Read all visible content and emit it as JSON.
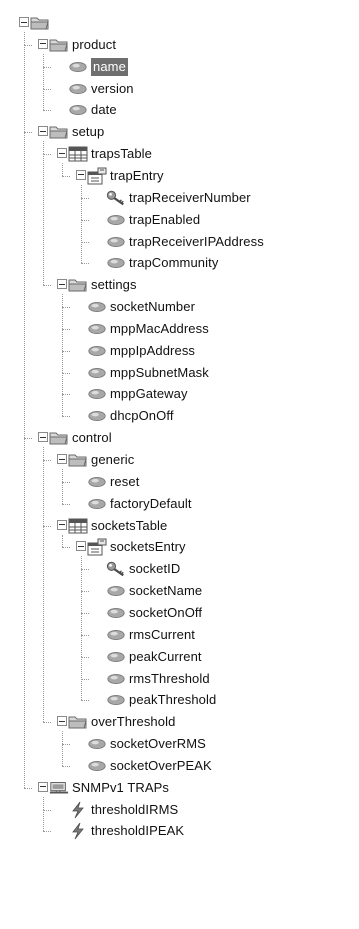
{
  "tree": {
    "nodes": [
      {
        "label": "",
        "icon": "folder-icon",
        "depth": 0,
        "expander": true
      },
      {
        "label": "product",
        "icon": "folder-icon",
        "depth": 1,
        "expander": true
      },
      {
        "label": "name",
        "icon": "leaf-object-icon",
        "depth": 2,
        "expander": false,
        "selected": true
      },
      {
        "label": "version",
        "icon": "leaf-object-icon",
        "depth": 2,
        "expander": false
      },
      {
        "label": "date",
        "icon": "leaf-object-icon",
        "depth": 2,
        "expander": false
      },
      {
        "label": "setup",
        "icon": "folder-icon",
        "depth": 1,
        "expander": true
      },
      {
        "label": "trapsTable",
        "icon": "table-icon",
        "depth": 2,
        "expander": true
      },
      {
        "label": "trapEntry",
        "icon": "entry-icon",
        "depth": 3,
        "expander": true
      },
      {
        "label": "trapReceiverNumber",
        "icon": "key-icon",
        "depth": 4,
        "expander": false
      },
      {
        "label": "trapEnabled",
        "icon": "leaf-object-icon",
        "depth": 4,
        "expander": false
      },
      {
        "label": "trapReceiverIPAddress",
        "icon": "leaf-object-icon",
        "depth": 4,
        "expander": false
      },
      {
        "label": "trapCommunity",
        "icon": "leaf-object-icon",
        "depth": 4,
        "expander": false
      },
      {
        "label": "settings",
        "icon": "folder-icon",
        "depth": 2,
        "expander": true
      },
      {
        "label": "socketNumber",
        "icon": "leaf-object-icon",
        "depth": 3,
        "expander": false
      },
      {
        "label": "mppMacAddress",
        "icon": "leaf-object-icon",
        "depth": 3,
        "expander": false
      },
      {
        "label": "mppIpAddress",
        "icon": "leaf-object-icon",
        "depth": 3,
        "expander": false
      },
      {
        "label": "mppSubnetMask",
        "icon": "leaf-object-icon",
        "depth": 3,
        "expander": false
      },
      {
        "label": "mppGateway",
        "icon": "leaf-object-icon",
        "depth": 3,
        "expander": false
      },
      {
        "label": "dhcpOnOff",
        "icon": "leaf-object-icon",
        "depth": 3,
        "expander": false
      },
      {
        "label": "control",
        "icon": "folder-icon",
        "depth": 1,
        "expander": true
      },
      {
        "label": "generic",
        "icon": "folder-icon",
        "depth": 2,
        "expander": true
      },
      {
        "label": "reset",
        "icon": "leaf-object-icon",
        "depth": 3,
        "expander": false
      },
      {
        "label": "factoryDefault",
        "icon": "leaf-object-icon",
        "depth": 3,
        "expander": false
      },
      {
        "label": "socketsTable",
        "icon": "table-icon",
        "depth": 2,
        "expander": true
      },
      {
        "label": "socketsEntry",
        "icon": "entry-icon",
        "depth": 3,
        "expander": true
      },
      {
        "label": "socketID",
        "icon": "key-icon",
        "depth": 4,
        "expander": false
      },
      {
        "label": "socketName",
        "icon": "leaf-object-icon",
        "depth": 4,
        "expander": false
      },
      {
        "label": "socketOnOff",
        "icon": "leaf-object-icon",
        "depth": 4,
        "expander": false
      },
      {
        "label": "rmsCurrent",
        "icon": "leaf-object-icon",
        "depth": 4,
        "expander": false
      },
      {
        "label": "peakCurrent",
        "icon": "leaf-object-icon",
        "depth": 4,
        "expander": false
      },
      {
        "label": "rmsThreshold",
        "icon": "leaf-object-icon",
        "depth": 4,
        "expander": false
      },
      {
        "label": "peakThreshold",
        "icon": "leaf-object-icon",
        "depth": 4,
        "expander": false
      },
      {
        "label": "overThreshold",
        "icon": "folder-icon",
        "depth": 2,
        "expander": true
      },
      {
        "label": "socketOverRMS",
        "icon": "leaf-object-icon",
        "depth": 3,
        "expander": false
      },
      {
        "label": "socketOverPEAK",
        "icon": "leaf-object-icon",
        "depth": 3,
        "expander": false
      },
      {
        "label": "SNMPv1 TRAPs",
        "icon": "trap-group-icon",
        "depth": 1,
        "expander": true
      },
      {
        "label": "thresholdIRMS",
        "icon": "lightning-icon",
        "depth": 2,
        "expander": false
      },
      {
        "label": "thresholdIPEAK",
        "icon": "lightning-icon",
        "depth": 2,
        "expander": false
      }
    ]
  },
  "colors": {
    "selection": "#6f6f6f",
    "connector": "#9a9a9a",
    "folder": "#c8c8c8"
  }
}
